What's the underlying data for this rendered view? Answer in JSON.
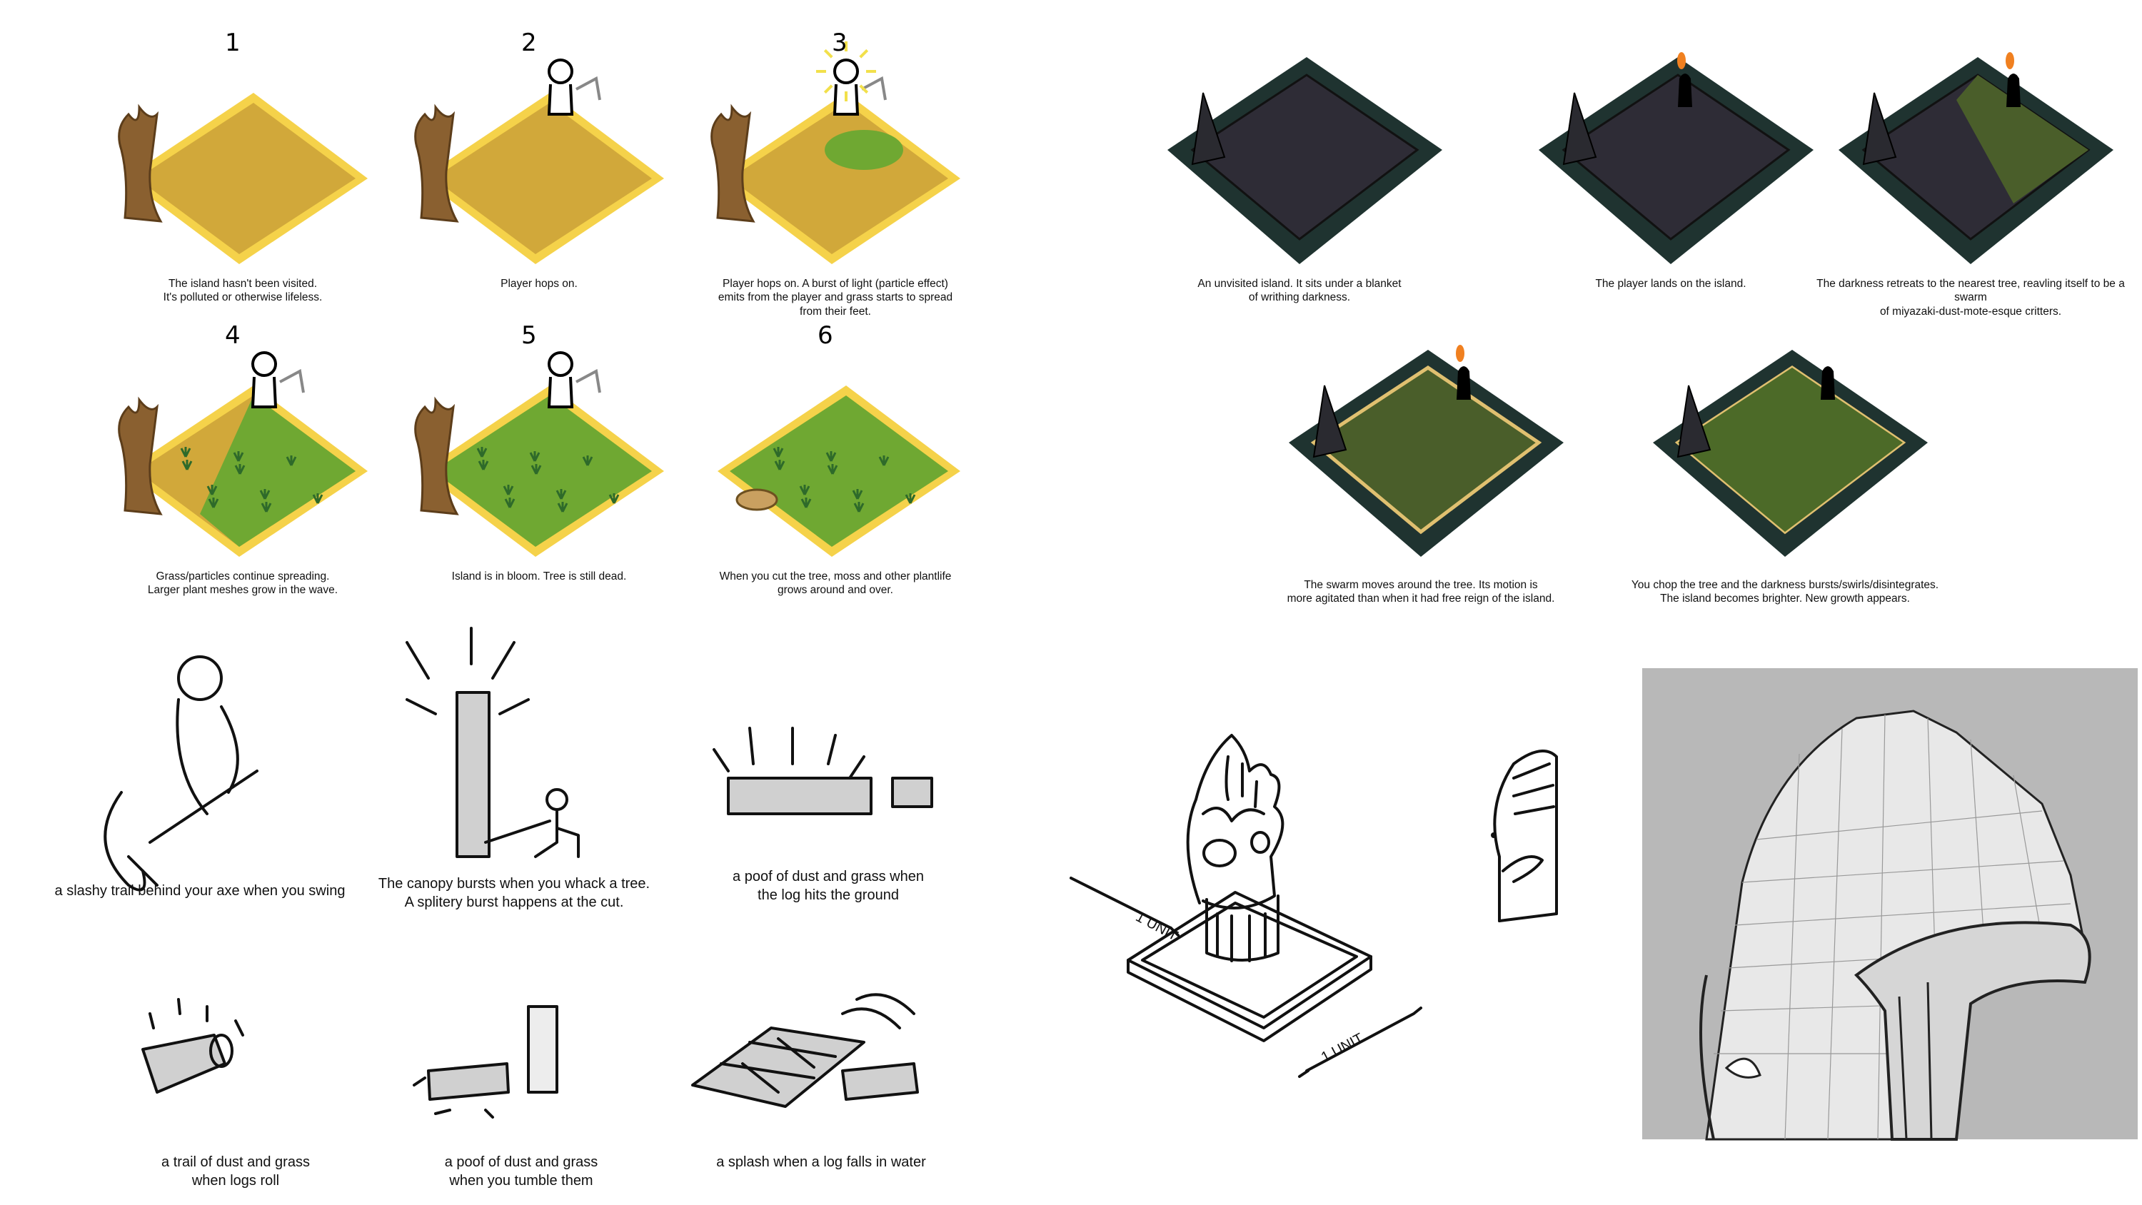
{
  "left_sequence": {
    "panels": [
      {
        "number": "1",
        "caption": "The island hasn't been visited.\nIt's polluted or otherwise lifeless."
      },
      {
        "number": "2",
        "caption": "Player hops on."
      },
      {
        "number": "3",
        "caption": "Player hops on.  A burst of light (particle effect)\nemits from the player and grass starts to spread\nfrom their feet."
      },
      {
        "number": "4",
        "caption": "Grass/particles continue spreading.\nLarger plant meshes grow in the wave."
      },
      {
        "number": "5",
        "caption": "Island is in bloom.  Tree is still dead."
      },
      {
        "number": "6",
        "caption": "When you cut the tree, moss and other plantlife\ngrows around and over."
      }
    ]
  },
  "right_sequence": {
    "panels": [
      {
        "caption": "An unvisited island. It sits under a blanket\nof writhing darkness."
      },
      {
        "caption": "The player lands on the island."
      },
      {
        "caption": "The darkness retreats to the nearest tree, reavling itself to be a swarm\nof miyazaki-dust-mote-esque critters."
      },
      {
        "caption": "The swarm moves around the tree. Its motion is\nmore agitated than when it had free reign of the island."
      },
      {
        "caption": "You chop the tree and the darkness bursts/swirls/disintegrates.\nThe island becomes brighter.  New growth appears."
      }
    ]
  },
  "effects": {
    "items": [
      {
        "caption": "a slashy trail behind your axe when you swing"
      },
      {
        "caption": "The canopy bursts when you whack a tree.\nA splitery burst happens at the cut."
      },
      {
        "caption": "a poof of dust and grass when\nthe log hits the ground"
      },
      {
        "caption": "a trail of dust and grass\nwhen logs roll"
      },
      {
        "caption": "a poof of dust and grass\nwhen you tumble them"
      },
      {
        "caption": "a splash when a log falls in water"
      }
    ]
  },
  "totem_sketch": {
    "unit_label_left": "1 UNIT",
    "unit_label_right": "1 UNIT"
  },
  "colors": {
    "dirt": "#d1a83a",
    "dirt_edge": "#f5d24a",
    "grass": "#6fa832",
    "dark_top": "#2e2c36",
    "dark_edge": "#1f3330",
    "moss": "#4a5e2a",
    "trunk": "#8a6030",
    "render_bg": "#b8b8b8"
  }
}
